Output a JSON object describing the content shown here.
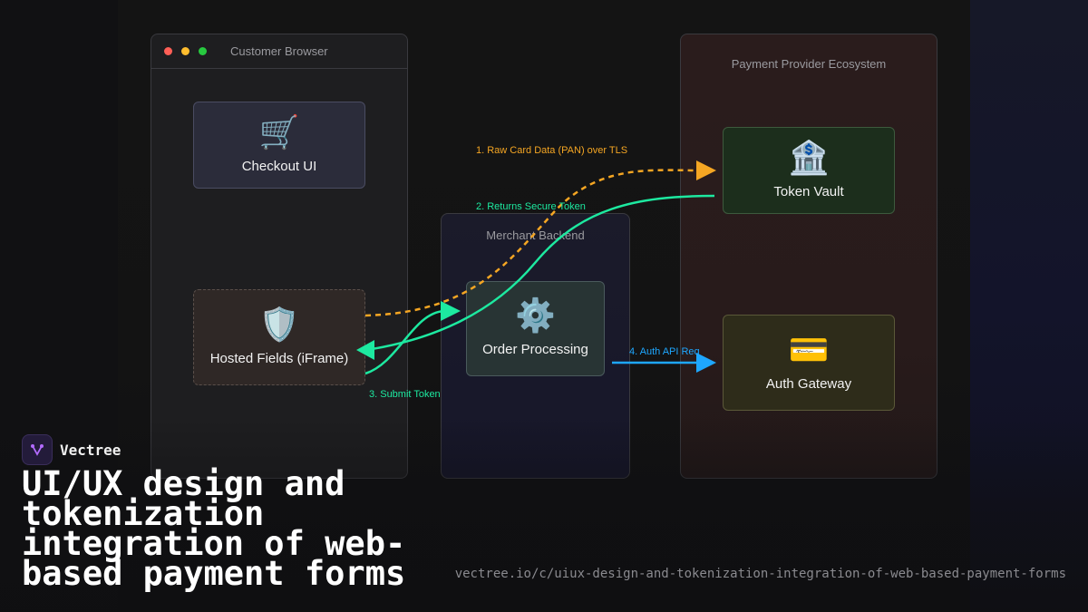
{
  "diagram": {
    "browser": {
      "title": "Customer Browser"
    },
    "merchant": {
      "title": "Merchant Backend"
    },
    "provider": {
      "title": "Payment Provider Ecosystem"
    },
    "nodes": {
      "checkout": {
        "label": "Checkout UI",
        "icon": "shopping-cart-icon",
        "glyph": "🛒"
      },
      "hosted": {
        "label": "Hosted Fields (iFrame)",
        "icon": "shield-icon",
        "glyph": "🛡️"
      },
      "order": {
        "label": "Order Processing",
        "icon": "gear-icon",
        "glyph": "⚙️"
      },
      "vault": {
        "label": "Token Vault",
        "icon": "bank-icon",
        "glyph": "🏦"
      },
      "gateway": {
        "label": "Auth Gateway",
        "icon": "credit-card-icon",
        "glyph": "💳"
      }
    },
    "edges": [
      {
        "label": "1. Raw Card Data (PAN) over TLS",
        "color": "#f5a623"
      },
      {
        "label": "2. Returns Secure Token",
        "color": "#1de9a0"
      },
      {
        "label": "3. Submit Token",
        "color": "#1de9a0"
      },
      {
        "label": "4. Auth API Req",
        "color": "#1ea7ff"
      }
    ]
  },
  "brand": {
    "name": "Vectree"
  },
  "headline": "UI/UX design and tokenization integration of web-based payment forms",
  "url": "vectree.io/c/uiux-design-and-tokenization-integration-of-web-based-payment-forms"
}
